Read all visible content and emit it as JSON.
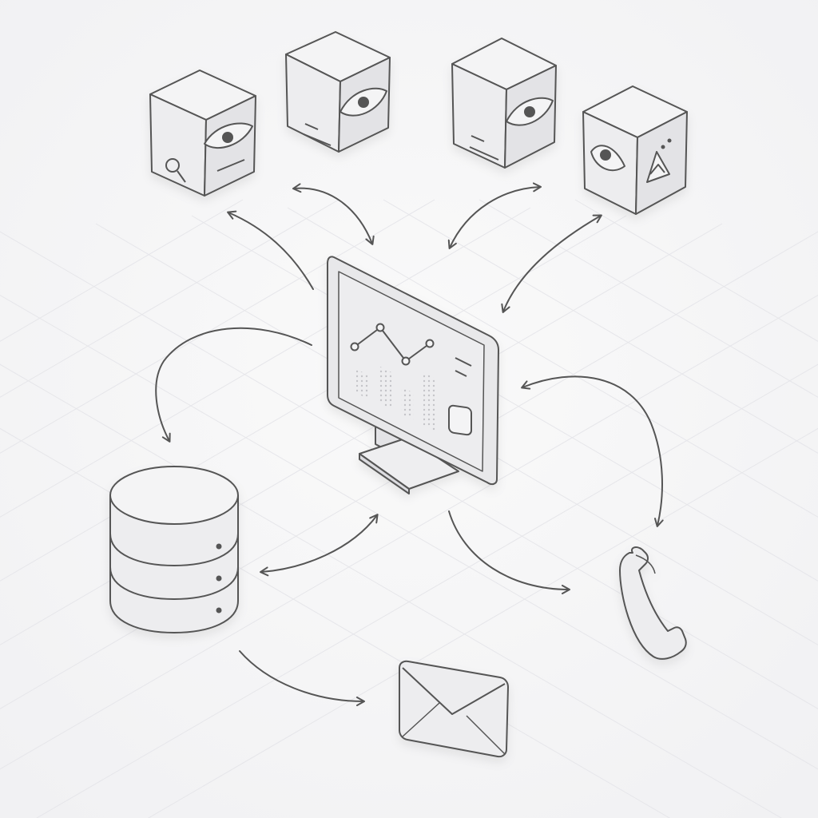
{
  "colors": {
    "background": "#f6f6f7",
    "grid": "#e6e6ea",
    "stroke": "#555555",
    "face_light": "#f4f4f5",
    "face_mid": "#e9e9eb",
    "face_dark": "#dcdce0",
    "screen": "#ececee",
    "dots": "#c4c4c8"
  },
  "nodes": [
    {
      "name": "cube-search",
      "icons": [
        "eye-icon",
        "search-icon",
        "text-lines-icon"
      ]
    },
    {
      "name": "cube-eye-1",
      "icons": [
        "eye-icon",
        "text-lines-icon"
      ]
    },
    {
      "name": "cube-eye-2",
      "icons": [
        "eye-icon",
        "text-lines-icon"
      ]
    },
    {
      "name": "cube-eye-3",
      "icons": [
        "eye-icon",
        "image-icon"
      ]
    },
    {
      "name": "monitor",
      "icons": [
        "line-chart-icon",
        "bar-chart-icon",
        "text-lines-icon",
        "square-icon"
      ]
    },
    {
      "name": "database",
      "icons": [
        "database-icon"
      ]
    },
    {
      "name": "phone",
      "icons": [
        "phone-icon"
      ]
    },
    {
      "name": "envelope",
      "icons": [
        "envelope-icon"
      ]
    }
  ],
  "connections": [
    {
      "from": "monitor",
      "to": "cube-search",
      "direction": "one-way"
    },
    {
      "from": "cube-search",
      "to": "monitor",
      "direction": "two-way"
    },
    {
      "from": "cube-eye-2",
      "to": "monitor",
      "direction": "two-way"
    },
    {
      "from": "cube-eye-3",
      "to": "monitor",
      "direction": "two-way"
    },
    {
      "from": "monitor",
      "to": "database",
      "direction": "one-way"
    },
    {
      "from": "monitor",
      "to": "phone",
      "direction": "two-way"
    },
    {
      "from": "database",
      "to": "monitor",
      "direction": "two-way"
    },
    {
      "from": "monitor",
      "to": "phone",
      "direction": "one-way"
    },
    {
      "from": "database",
      "to": "envelope",
      "direction": "one-way"
    }
  ]
}
